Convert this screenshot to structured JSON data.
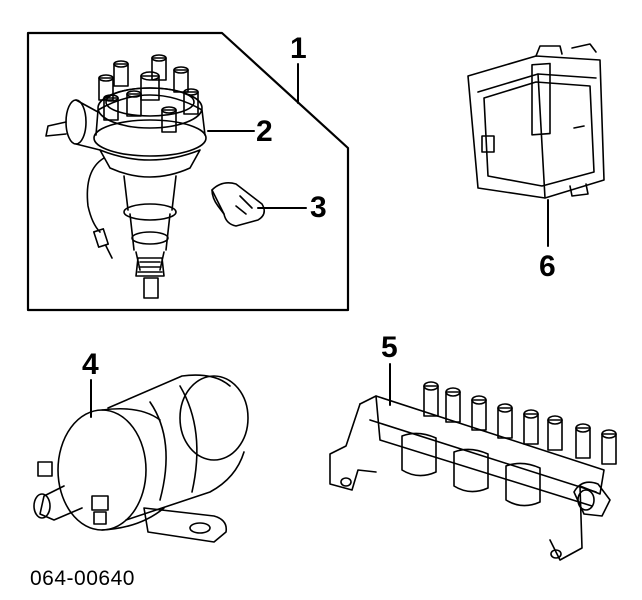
{
  "callouts": {
    "c1": "1",
    "c2": "2",
    "c3": "3",
    "c4": "4",
    "c5": "5",
    "c6": "6"
  },
  "diagram_code": "064-00640",
  "parts": [
    "distributor-assembly",
    "distributor-cap",
    "distributor-rotor",
    "ignition-coil",
    "coil-pack-bracket",
    "ignition-control-module"
  ]
}
